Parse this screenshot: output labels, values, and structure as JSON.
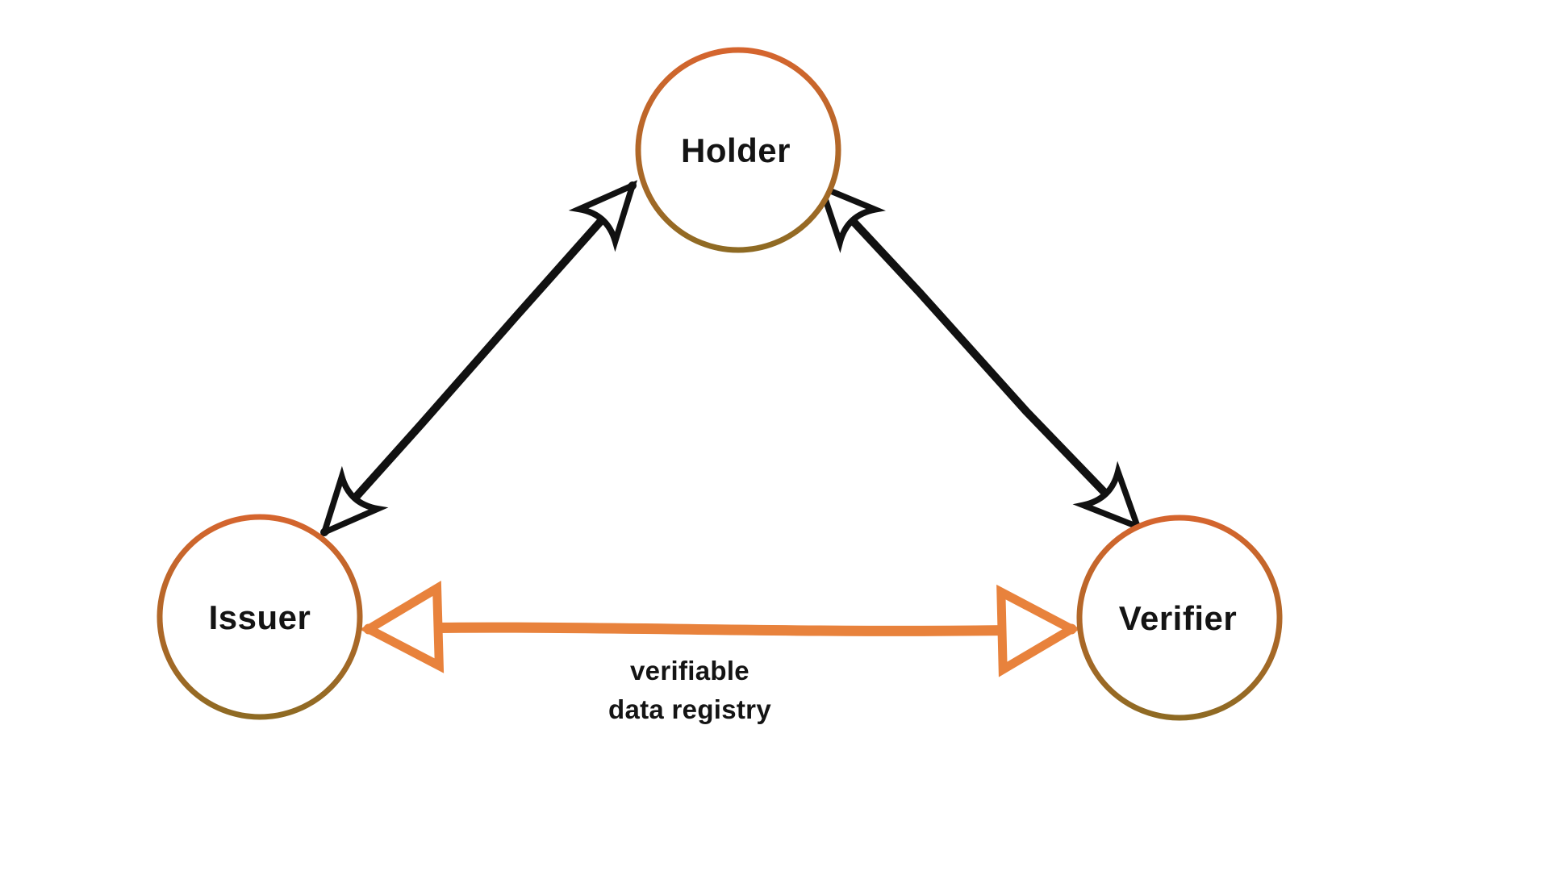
{
  "diagram": {
    "nodes": [
      {
        "id": "holder",
        "label": "Holder"
      },
      {
        "id": "issuer",
        "label": "Issuer"
      },
      {
        "id": "verifier",
        "label": "Verifier"
      }
    ],
    "edges": [
      {
        "id": "issuer-holder",
        "from": "Issuer",
        "to": "Holder",
        "type": "bidirectional",
        "color_name": "black"
      },
      {
        "id": "holder-verifier",
        "from": "Holder",
        "to": "Verifier",
        "type": "bidirectional",
        "color_name": "black"
      },
      {
        "id": "issuer-verifier",
        "from": "Issuer",
        "to": "Verifier",
        "type": "bidirectional",
        "color_name": "orange",
        "label_line1": "verifiable",
        "label_line2": "data registry"
      }
    ],
    "colors": {
      "node_ring_top": "#D5652E",
      "node_ring_bottom": "#8E6A23",
      "arrow_black": "#111111",
      "arrow_orange": "#E8823C",
      "text": "#141414",
      "background": "#FFFFFF"
    }
  }
}
